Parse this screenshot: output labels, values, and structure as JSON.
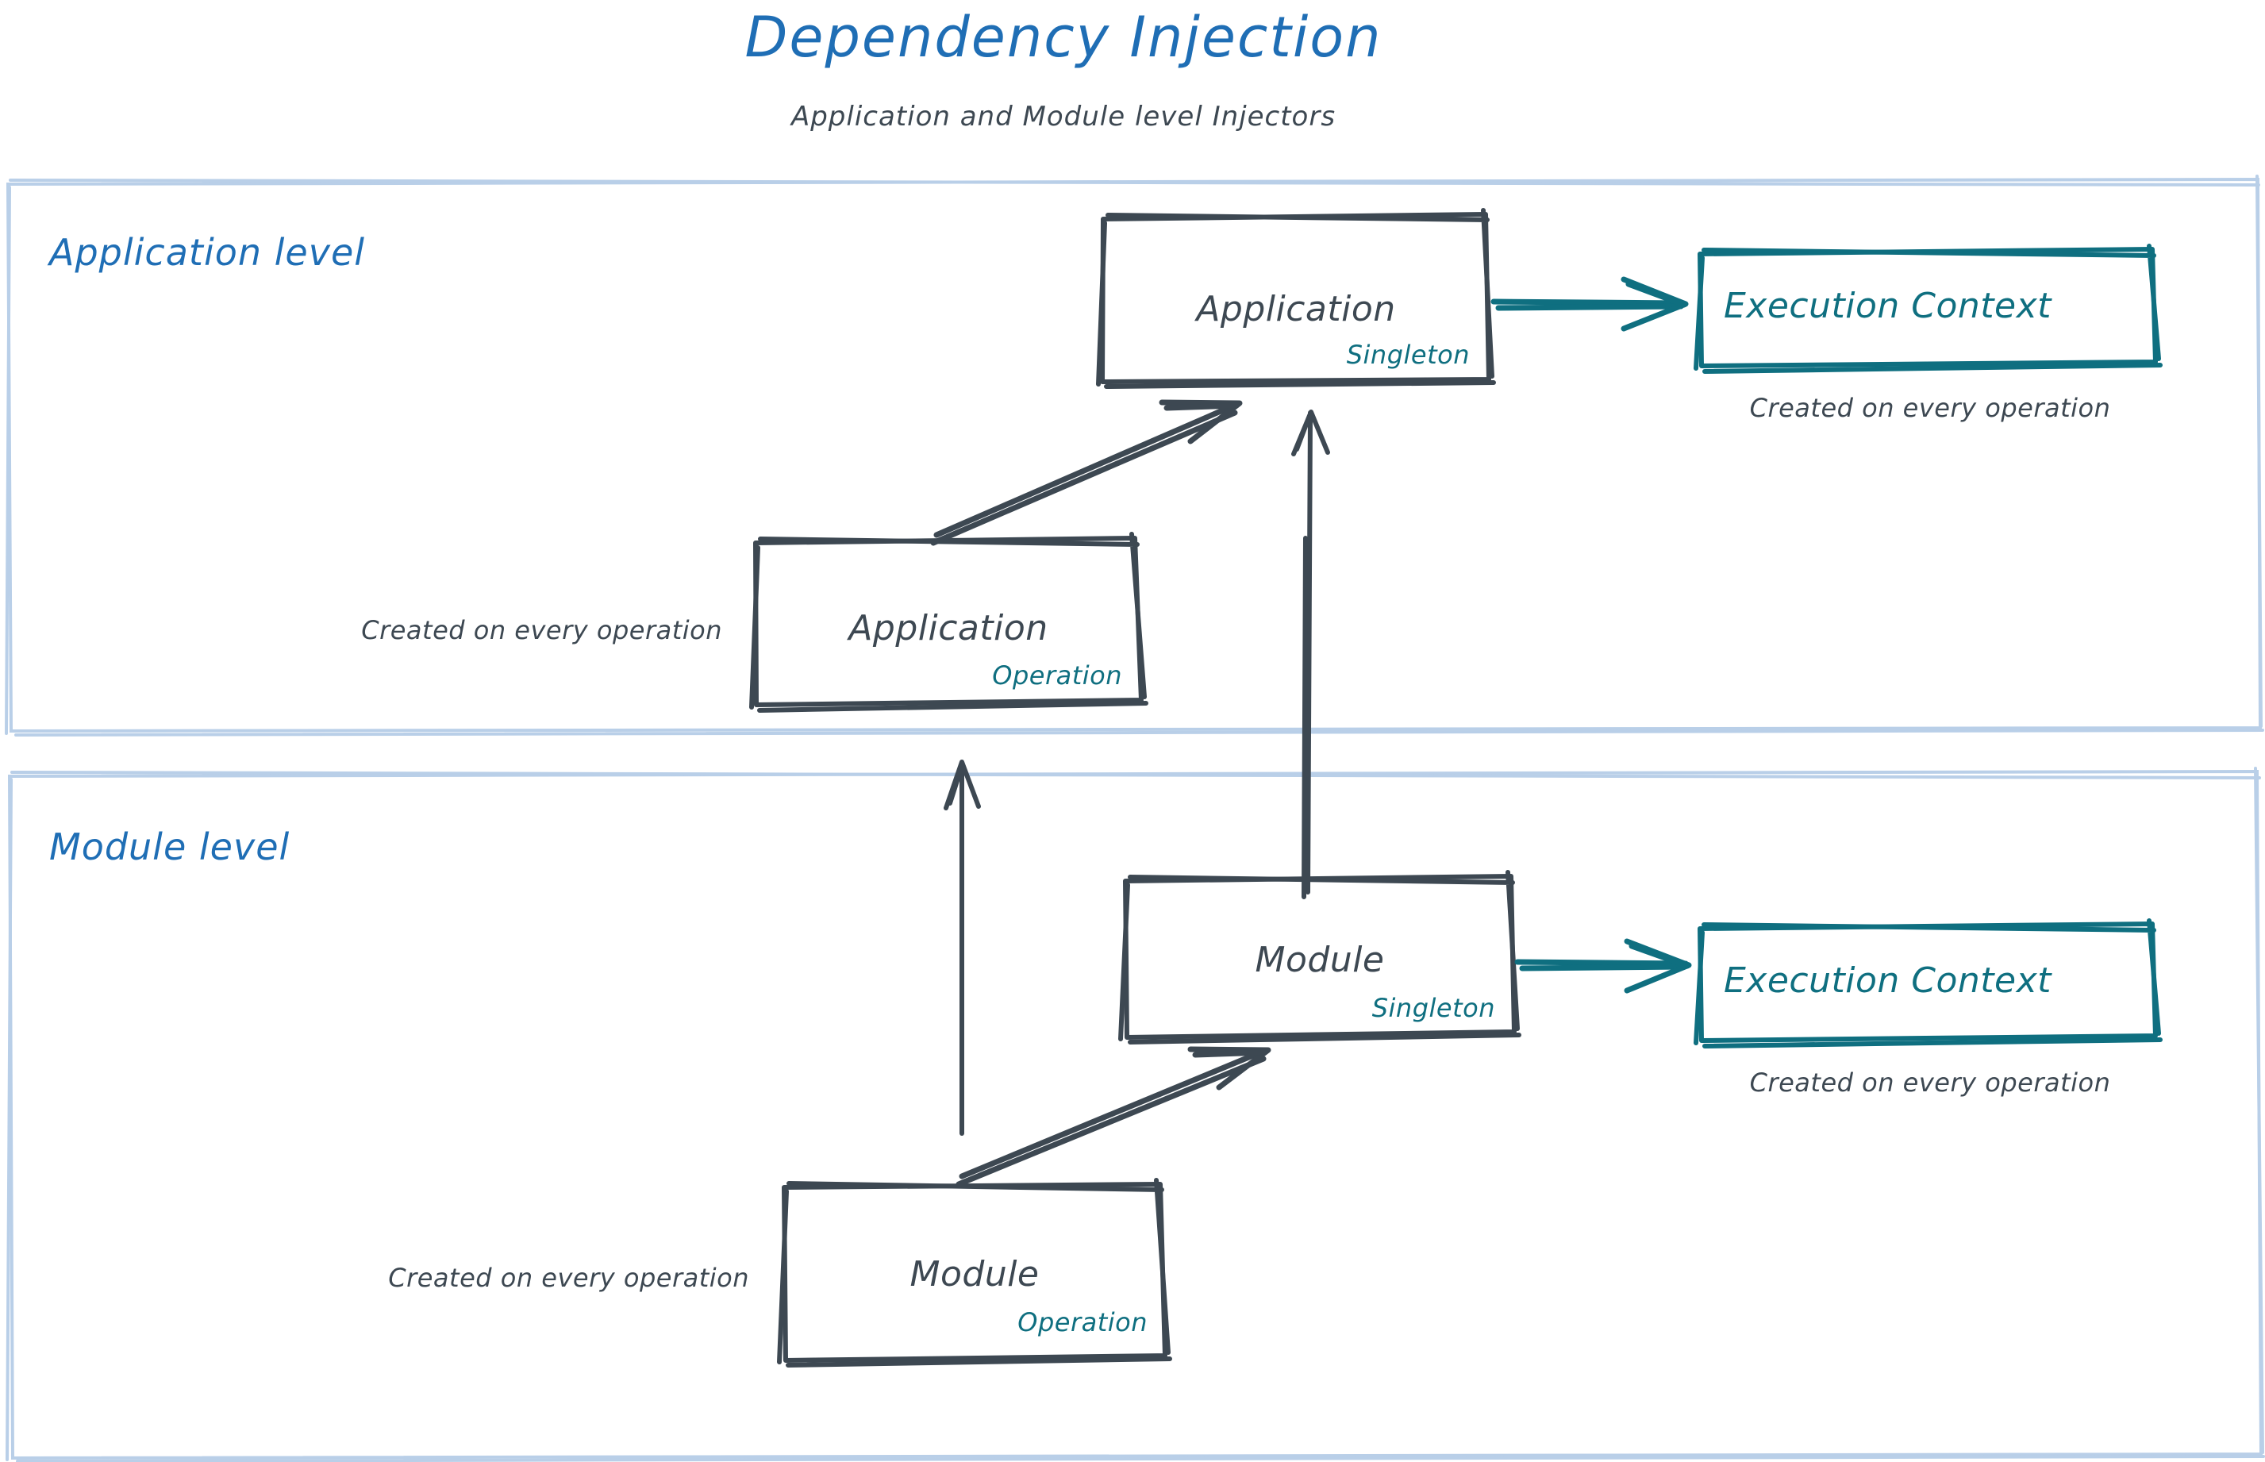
{
  "header": {
    "title": "Dependency Injection",
    "subtitle": "Application and Module level Injectors"
  },
  "colors": {
    "title_blue": "#1f6eb5",
    "zone_border": "#b9cfe8",
    "sketch_gray": "#3d4852",
    "teal": "#0f6f80",
    "background": "#ffffff"
  },
  "zones": [
    {
      "id": "application-level",
      "label": "Application level"
    },
    {
      "id": "module-level",
      "label": "Module level"
    }
  ],
  "nodes": {
    "application_singleton": {
      "title": "Application",
      "tag": "Singleton"
    },
    "application_operation": {
      "title": "Application",
      "tag": "Operation",
      "note": "Created on every operation"
    },
    "application_execution_context": {
      "title": "Execution Context",
      "note": "Created on every operation"
    },
    "module_singleton": {
      "title": "Module",
      "tag": "Singleton"
    },
    "module_operation": {
      "title": "Module",
      "tag": "Operation",
      "note": "Created on every operation"
    },
    "module_execution_context": {
      "title": "Execution Context",
      "note": "Created on every operation"
    }
  },
  "edges": [
    {
      "id": "app-singleton-to-app-exec-context",
      "from": "application_singleton",
      "to": "application_execution_context",
      "color": "#0f6f80"
    },
    {
      "id": "app-operation-to-app-singleton",
      "from": "application_operation",
      "to": "application_singleton",
      "color": "#3d4852"
    },
    {
      "id": "module-singleton-to-app-singleton",
      "from": "module_singleton",
      "to": "application_singleton",
      "color": "#3d4852"
    },
    {
      "id": "module-operation-to-app-operation",
      "from": "module_operation",
      "to": "application_operation",
      "color": "#3d4852"
    },
    {
      "id": "module-operation-to-module-singleton",
      "from": "module_operation",
      "to": "module_singleton",
      "color": "#3d4852"
    },
    {
      "id": "module-singleton-to-module-exec-context",
      "from": "module_singleton",
      "to": "module_execution_context",
      "color": "#0f6f80"
    }
  ]
}
